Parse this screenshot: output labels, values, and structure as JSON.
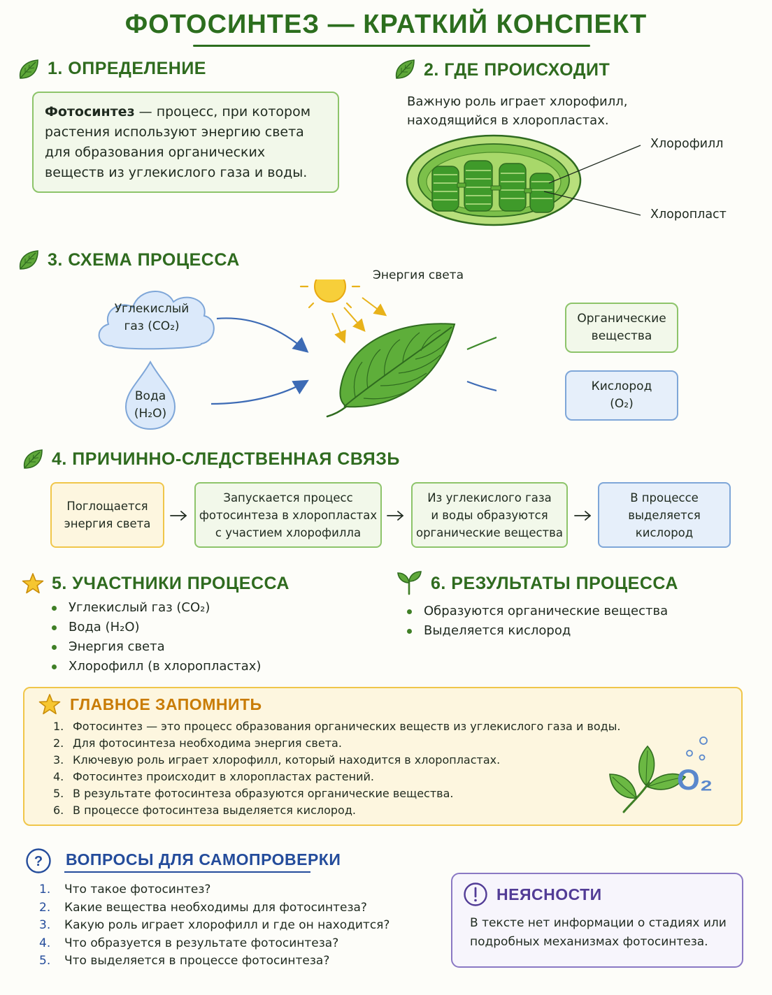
{
  "title": "ФОТОСИНТЕЗ — КРАТКИЙ КОНСПЕКТ",
  "definition": {
    "heading": "1. ОПРЕДЕЛЕНИЕ",
    "term": "Фотосинтез",
    "text": " — процесс, при котором растения используют энергию света для образования органических веществ из углекислого газа и воды."
  },
  "where": {
    "heading": "2. ГДЕ ПРОИСХОДИТ",
    "line1": "Важную роль играет хлорофилл,",
    "line2": "находящийся в хлоропластах.",
    "label_chlorophyll": "Хлорофилл",
    "label_chloroplast": "Хлоропласт"
  },
  "scheme": {
    "heading": "3. СХЕМА ПРОЦЕССА",
    "co2_line1": "Углекислый",
    "co2_line2": "газ (CO₂)",
    "water_line1": "Вода",
    "water_line2": "(H₂O)",
    "light": "Энергия света",
    "organic_line1": "Органические",
    "organic_line2": "вещества",
    "oxygen_line1": "Кислород",
    "oxygen_line2": "(O₂)"
  },
  "causal": {
    "heading": "4. ПРИЧИННО-СЛЕДСТВЕННАЯ СВЯЗЬ",
    "steps": [
      {
        "l1": "Поглощается",
        "l2": "энергия света",
        "l3": ""
      },
      {
        "l1": "Запускается процесс",
        "l2": "фотосинтеза в хлоропластах",
        "l3": "с участием хлорофилла"
      },
      {
        "l1": "Из углекислого газа",
        "l2": "и воды образуются",
        "l3": "органические вещества"
      },
      {
        "l1": "В процессе",
        "l2": "выделяется",
        "l3": "кислород"
      }
    ]
  },
  "participants": {
    "heading": "5. УЧАСТНИКИ ПРОЦЕССА",
    "items": [
      "Углекислый газ (CO₂)",
      "Вода (H₂O)",
      "Энергия света",
      "Хлорофилл (в хлоропластах)"
    ]
  },
  "results": {
    "heading": "6. РЕЗУЛЬТАТЫ ПРОЦЕССА",
    "items": [
      "Образуются органические вещества",
      "Выделяется кислород"
    ]
  },
  "remember": {
    "heading": "ГЛАВНОЕ ЗАПОМНИТЬ",
    "items": [
      "Фотосинтез — это процесс образования органических веществ из углекислого газа и воды.",
      "Для фотосинтеза необходима энергия света.",
      "Ключевую роль играет хлорофилл, который находится в хлоропластах.",
      "Фотосинтез происходит в хлоропластах растений.",
      "В результате фотосинтеза образуются органические вещества.",
      "В процессе фотосинтеза выделяется кислород."
    ],
    "o2_label": "O₂"
  },
  "questions": {
    "heading": "ВОПРОСЫ ДЛЯ САМОПРОВЕРКИ",
    "items": [
      "Что такое фотосинтез?",
      "Какие вещества необходимы для фотосинтеза?",
      "Какую роль играет хлорофилл и где он находится?",
      "Что образуется в результате фотосинтеза?",
      "Что выделяется в процессе фотосинтеза?"
    ]
  },
  "unclear": {
    "heading": "НЕЯСНОСТИ",
    "line1": "В тексте нет информации о стадиях или",
    "line2": "подробных механизмах фотосинтеза."
  },
  "colors": {
    "green": "#2f6b1f",
    "green_box_border": "#8dc46a",
    "green_box_fill": "#f2f8ea",
    "blue_box_border": "#7ea6d8",
    "blue_box_fill": "#e6effa",
    "yellow_box_border": "#f0c64a",
    "yellow_box_fill": "#fdf6df",
    "purple": "#523c96"
  }
}
